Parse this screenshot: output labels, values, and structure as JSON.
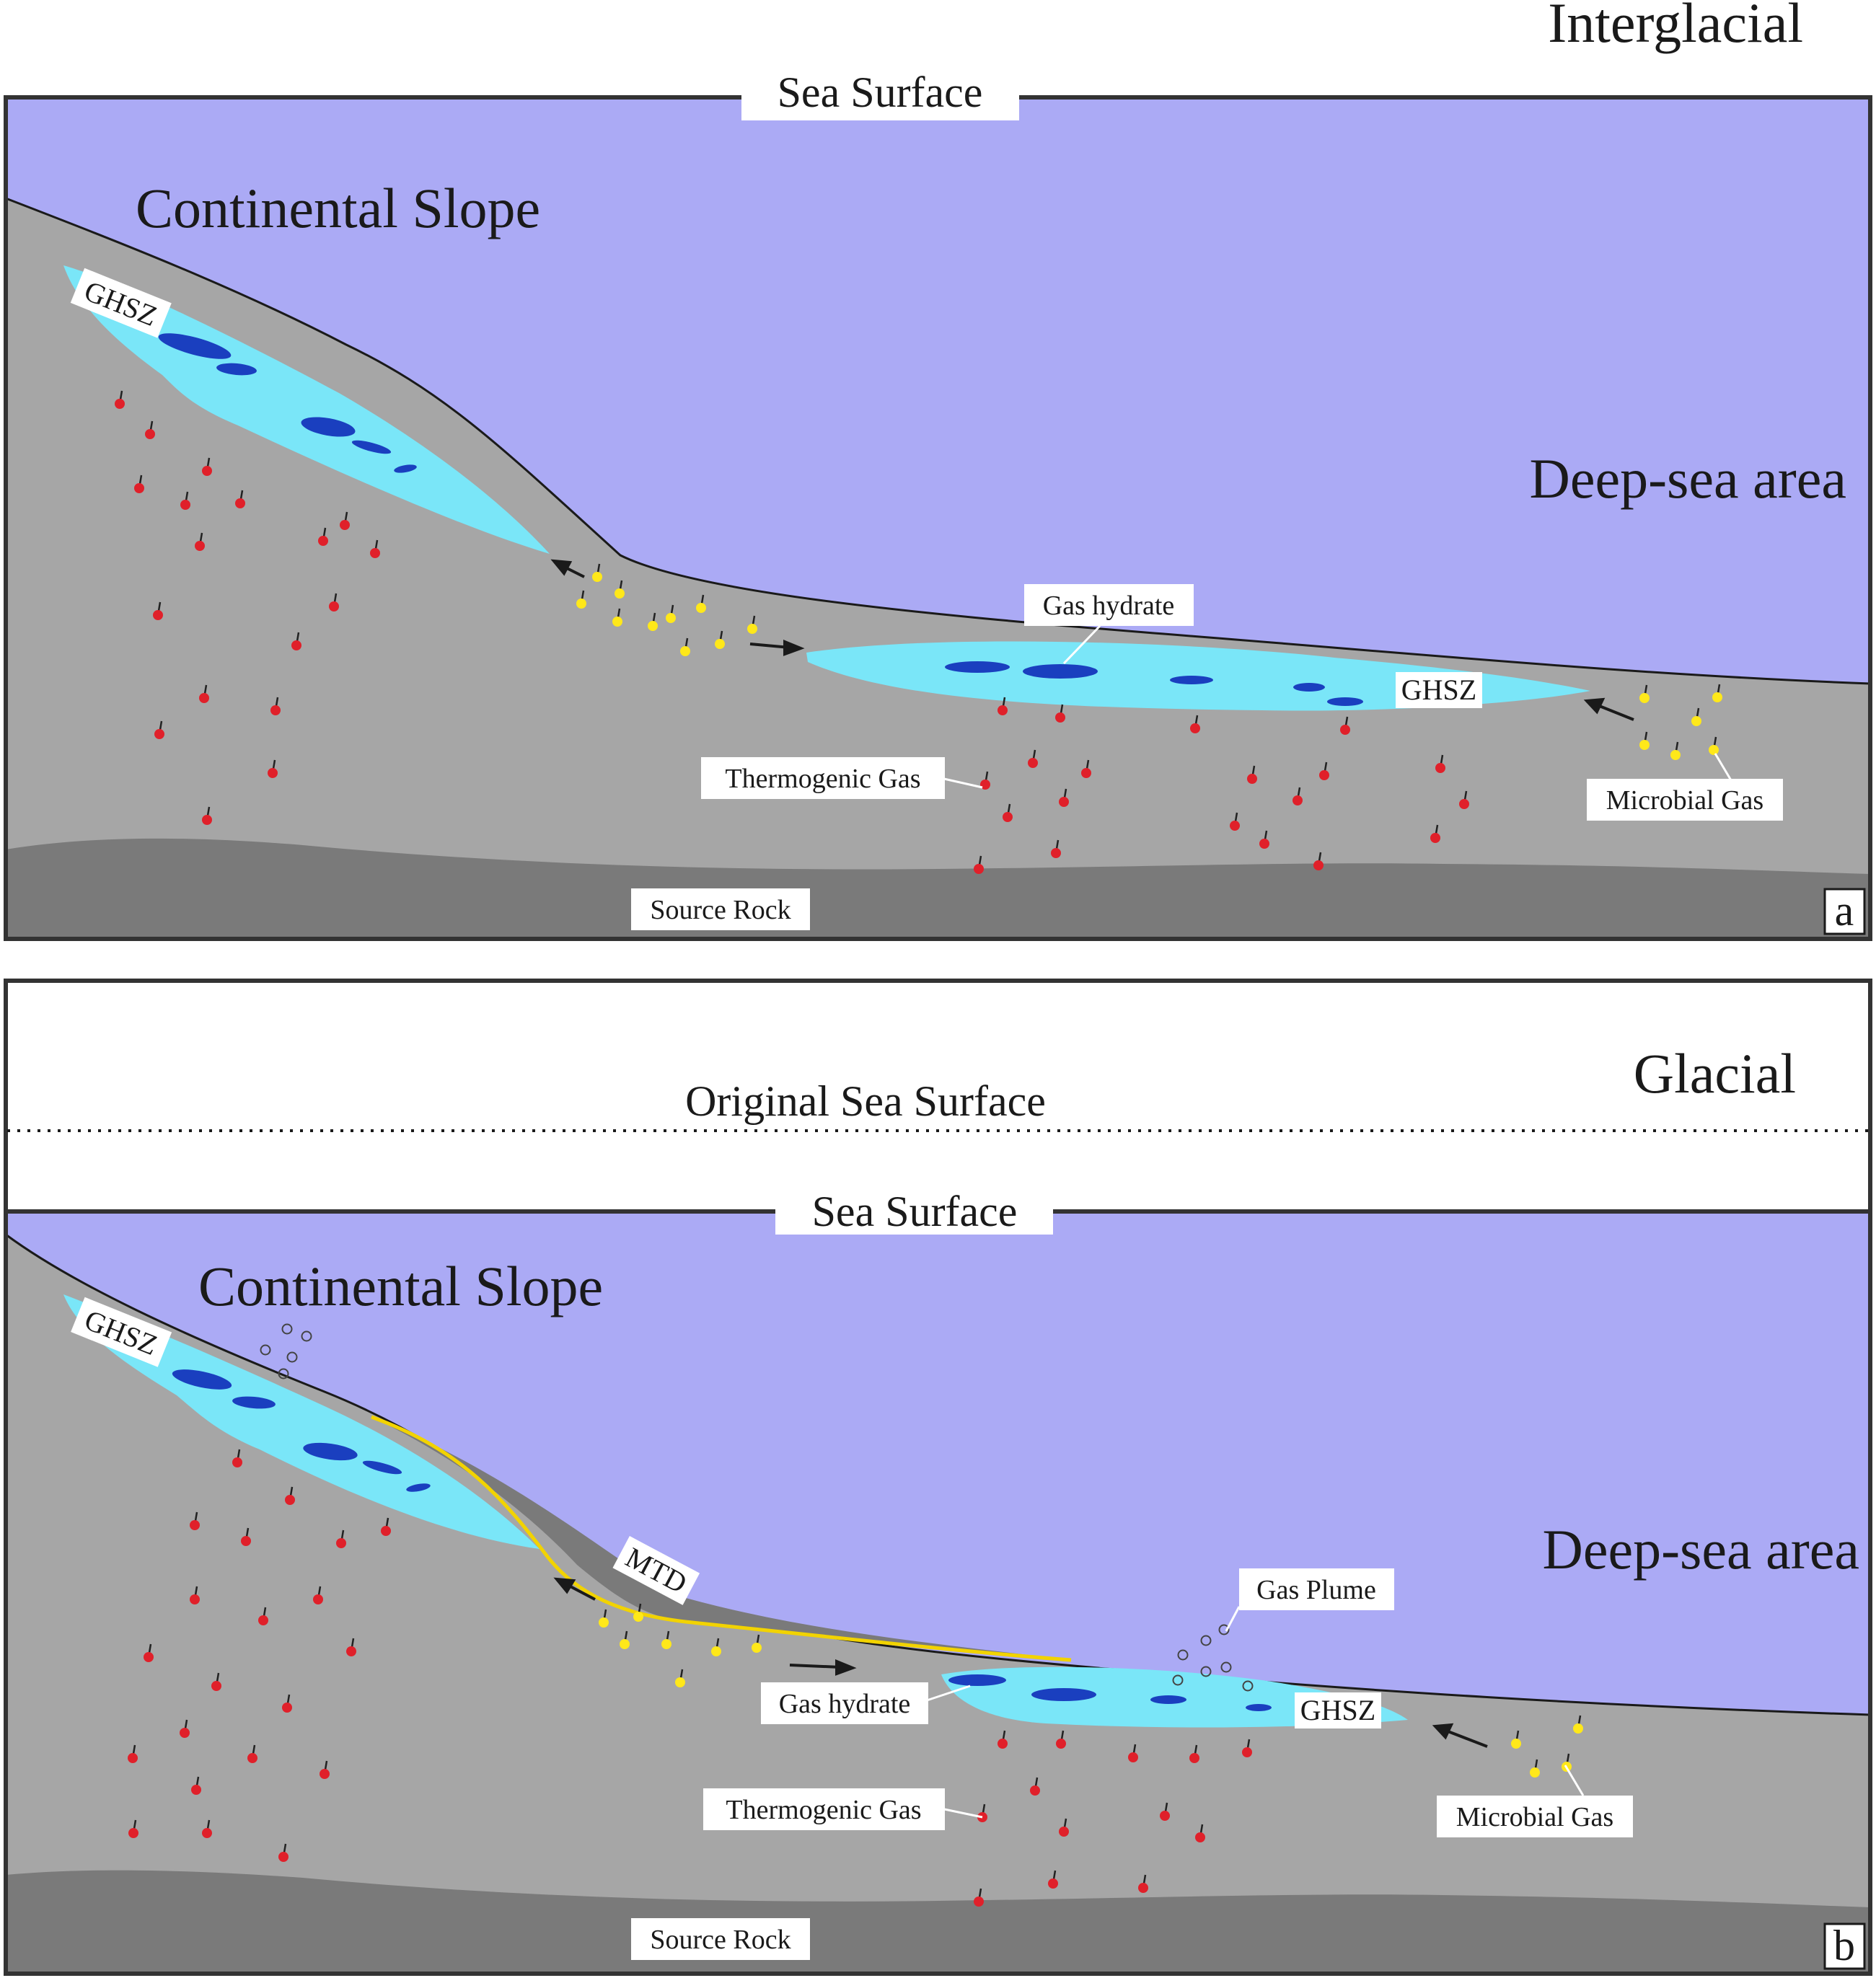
{
  "panel_a": {
    "period": "Interglacial",
    "sea_surface": "Sea Surface",
    "slope": "Continental Slope",
    "deep_sea": "Deep-sea area",
    "ghsz_slope": "GHSZ",
    "ghsz_deep": "GHSZ",
    "gas_hydrate": "Gas hydrate",
    "thermogenic": "Thermogenic Gas",
    "microbial": "Microbial Gas",
    "source_rock": "Source Rock",
    "panel_letter": "a"
  },
  "panel_b": {
    "period": "Glacial",
    "original_sea_surface": "Original Sea Surface",
    "sea_surface": "Sea Surface",
    "slope": "Continental Slope",
    "deep_sea": "Deep-sea area",
    "ghsz_slope": "GHSZ",
    "ghsz_deep": "GHSZ",
    "mtd": "MTD",
    "gas_plume": "Gas Plume",
    "gas_hydrate": "Gas hydrate",
    "thermogenic": "Thermogenic Gas",
    "microbial": "Microbial Gas",
    "source_rock": "Source Rock",
    "panel_letter": "b"
  },
  "colors": {
    "sea": "#abaaf5",
    "sediment": "#a6a6a6",
    "source_rock": "#7a7a7a",
    "ghsz": "#7ae6f8",
    "hydrate": "#1a3fbf",
    "thermogenic_gas": "#e0202a",
    "microbial_gas": "#ffe81a",
    "mtd_line": "#f2d300"
  }
}
